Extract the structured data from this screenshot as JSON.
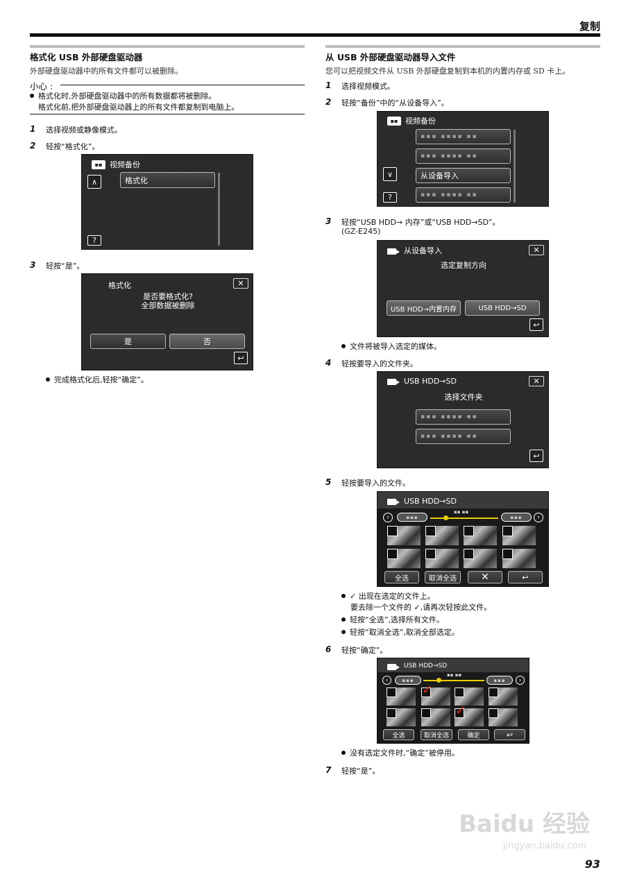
{
  "header": {
    "title": "复制",
    "page_number": "93"
  },
  "left": {
    "title": "格式化 USB 外部硬盘驱动器",
    "desc": "外部硬盘驱动器中的所有文件都可以被删除。",
    "caution_label": "小心 :",
    "caution_line1": "格式化时,外部硬盘驱动器中的所有数据都将被删除。",
    "caution_line2": "格式化前,把外部硬盘驱动器上的所有文件都复制到电脑上。",
    "steps": [
      {
        "num": "1",
        "text": "选择视频或静像模式。"
      },
      {
        "num": "2",
        "text": "轻按“格式化”。"
      },
      {
        "num": "3",
        "text": "轻按“是”。"
      }
    ],
    "screen1": {
      "title": "视频备份",
      "item": "格式化"
    },
    "screen2": {
      "title": "格式化",
      "line1": "是否要格式化?",
      "line2": "全部数据被删除",
      "yes": "是",
      "no": "否"
    },
    "note": "完成格式化后,轻按“确定”。"
  },
  "right": {
    "title": "从 USB 外部硬盘驱动器导入文件",
    "desc": "您可以把视频文件从 USB 外部硬盘复制到本机的内置内存或 SD 卡上。",
    "steps": [
      {
        "num": "1",
        "text": "选择视频模式。"
      },
      {
        "num": "2",
        "text": "轻按“备份”中的“从设备导入”。"
      },
      {
        "num": "3",
        "text": "轻按“USB HDD→ 内存”或“USB HDD→SD”。",
        "sub": "(GZ-E245)"
      },
      {
        "num": "4",
        "text": "轻按要导入的文件夹。"
      },
      {
        "num": "5",
        "text": "轻按要导入的文件。"
      },
      {
        "num": "6",
        "text": "轻按“确定”。"
      },
      {
        "num": "7",
        "text": "轻按“是”。"
      }
    ],
    "screenA": {
      "title": "视频备份",
      "item": "从设备导入"
    },
    "screenB": {
      "title": "从设备导入",
      "subtitle": "选定复制方向",
      "btn1": "USB HDD→内置内存",
      "btn2": "USB HDD→SD"
    },
    "note_b": "文件将被导入选定的媒体。",
    "screenC": {
      "title": "USB HDD→SD",
      "subtitle": "选择文件夹"
    },
    "screenD": {
      "title": "USB HDD→SD",
      "select_all": "全选",
      "deselect_all": "取消全选"
    },
    "notes_d": [
      "✓ 出现在选定的文件上。",
      "要去除一个文件的 ✓,请再次轻按此文件。",
      "轻按“全选”,选择所有文件。",
      "轻按“取消全选”,取消全部选定。"
    ],
    "screenE": {
      "title": "USB HDD→SD",
      "select_all": "全选",
      "deselect_all": "取消全选",
      "ok": "确定"
    },
    "note_e": "没有选定文件时,“确定”被停用。"
  },
  "watermark": {
    "brand": "Baidu 经验",
    "url": "jingyan.baidu.com"
  }
}
